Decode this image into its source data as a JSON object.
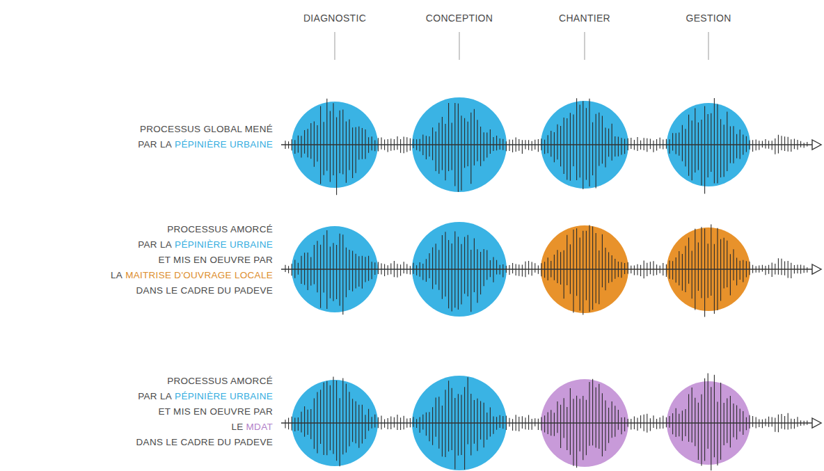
{
  "diagram": {
    "labels": [
      "DIAGNOSTIC",
      "CONCEPTION",
      "CHANTIER",
      "GESTION",
      "PROCESSUS GLOBAL MENÉ",
      "PAR LA",
      "PÉPINIÈRE URBAINE",
      "PROCESSUS AMORCÉ",
      "PAR LA",
      "PÉPINIÈRE URBAINE",
      "ET MIS EN OEUVRE PAR",
      "LA",
      "MAITRISE D'OUVRAGE LOCALE",
      "DANS LE CADRE DU PADEVE",
      "PROCESSUS AMORCÉ",
      "PAR LA",
      "PÉPINIÈRE URBAINE",
      "ET MIS EN OEUVRE PAR",
      "LE",
      "MDAT",
      "DANS LE CADRE DU PADEVE"
    ]
  }
}
